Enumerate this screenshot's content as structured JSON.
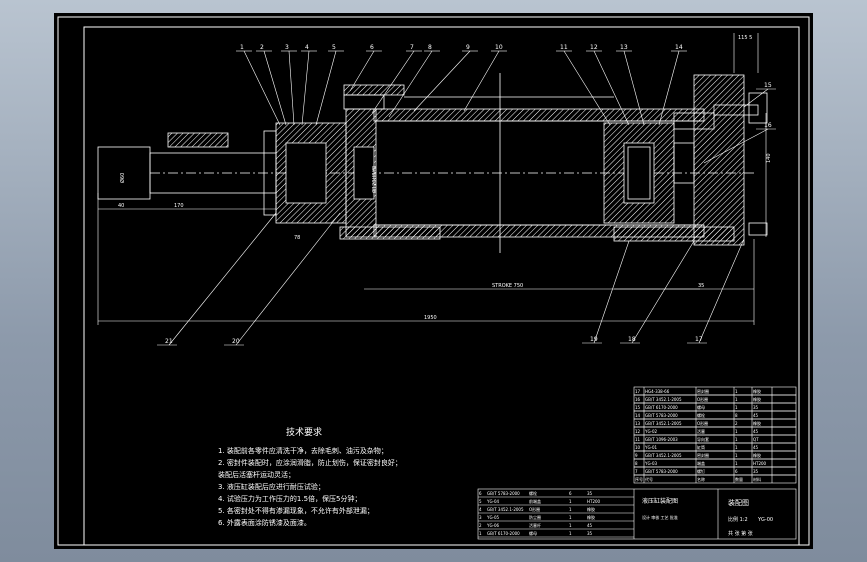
{
  "colors": {
    "background_gradient_top": "#b9c4d0",
    "background_gradient_bottom": "#7f8c9d",
    "sheet": "#000000",
    "lines": "#ffffff",
    "hatch": "#ffffff"
  },
  "balloons": [
    "1",
    "2",
    "3",
    "4",
    "5",
    "6",
    "7",
    "8",
    "9",
    "10",
    "11",
    "12",
    "13",
    "14",
    "15",
    "16",
    "17",
    "18",
    "19",
    "20",
    "21"
  ],
  "dims": {
    "total_length": "1950",
    "stroke": "STROKE 750",
    "left_dim": "40",
    "left_dim2": "170",
    "right_dim": "35",
    "bore": "Ø120H8/f8",
    "rod": "Ø60",
    "vertical_right": "140",
    "top_right": "115 5",
    "dim_78": "78"
  },
  "notes": {
    "title": "技术要求",
    "lines": [
      "1. 装配前各零件应清洗干净，去除毛刺、油污及杂物；",
      "2. 密封件装配时，应涂润滑脂，防止划伤，保证密封良好；",
      "   装配后活塞杆运动灵活；",
      "3. 液压缸装配后应进行耐压试验；",
      "4. 试验压力为工作压力的1.5倍，保压5分钟；",
      "5. 各密封处不得有渗漏现象，不允许有外部泄漏；",
      "6. 外露表面涂防锈漆及面漆。"
    ]
  },
  "bom": {
    "rows": [
      [
        "17",
        "HG4-338-66",
        "密封圈",
        "1",
        "橡胶"
      ],
      [
        "16",
        "GB/T 3452.1-2005",
        "O形圈",
        "1",
        "橡胶"
      ],
      [
        "15",
        "GB/T 6170-2000",
        "螺母",
        "1",
        "35"
      ],
      [
        "14",
        "GB/T 5783-2000",
        "螺栓",
        "8",
        "45"
      ],
      [
        "13",
        "GB/T 3452.1-2005",
        "O形圈",
        "2",
        "橡胶"
      ],
      [
        "12",
        "YG-02",
        "活塞",
        "1",
        "45"
      ],
      [
        "11",
        "GB/T 1096-2003",
        "导向套",
        "1",
        "QT"
      ],
      [
        "10",
        "YG-01",
        "缸筒",
        "1",
        "45"
      ],
      [
        "9",
        "GB/T 3452.1-2005",
        "密封圈",
        "1",
        "橡胶"
      ],
      [
        "8",
        "YG-03",
        "端盖",
        "1",
        "HT200"
      ],
      [
        "7",
        "GB/T 5783-2000",
        "螺钉",
        "6",
        "35"
      ]
    ],
    "header": [
      "序号",
      "代号",
      "名称",
      "数量",
      "材料"
    ]
  },
  "title_block": {
    "rows_left": [
      [
        "6",
        "GB/T 5783-2000",
        "螺栓",
        "6",
        "35"
      ],
      [
        "5",
        "YG-04",
        "前端盖",
        "1",
        "HT200"
      ],
      [
        "4",
        "GB/T 3452.1-2005",
        "O形圈",
        "1",
        "橡胶"
      ],
      [
        "3",
        "YG-05",
        "防尘圈",
        "1",
        "橡胶"
      ],
      [
        "2",
        "YG-06",
        "活塞杆",
        "1",
        "45"
      ],
      [
        "1",
        "GB/T 6170-2000",
        "螺母",
        "1",
        "35"
      ]
    ],
    "drawing_name": "液压缸装配图",
    "designer_row": "设计 审核 工艺 批准",
    "scale_label": "比例",
    "scale_value": "1:2",
    "sheet_label": "共 张 第 张",
    "code": "YG-00",
    "unit": "装配图"
  }
}
